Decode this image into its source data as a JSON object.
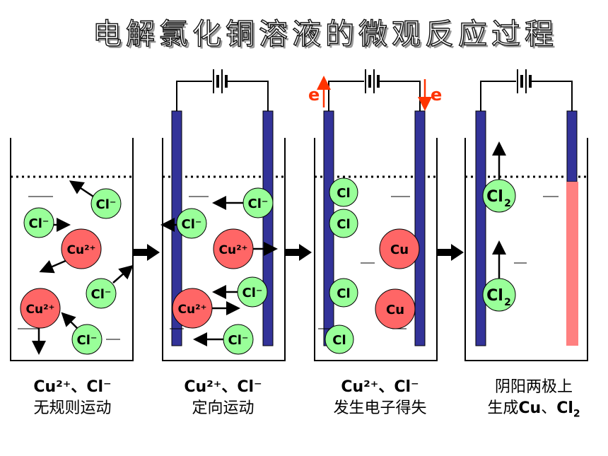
{
  "title": "电解氯化铜溶液的微观反应过程",
  "ions": {
    "cl_minus": "Cl⁻",
    "cu_plus": "Cu²⁺",
    "cl_atom": "Cl",
    "cu_atom": "Cu",
    "cl2": "Cl",
    "cl2_sub": "2",
    "electron": "e"
  },
  "captions": [
    {
      "line1": "Cu²⁺、Cl⁻",
      "line2": "无规则运动"
    },
    {
      "line1": "Cu²⁺、Cl⁻",
      "line2": "定向运动"
    },
    {
      "line1": "Cu²⁺、Cl⁻",
      "line2": "发生电子得失"
    },
    {
      "line1": "阴阳两极上",
      "line2_prefix": "生成",
      "line2_b1": "Cu",
      "line2_sep": "、",
      "line2_b2": "Cl",
      "line2_sub": "2"
    }
  ],
  "colors": {
    "electrode": "#333399",
    "cl_fill": "#99ff99",
    "cu_fill": "#ff6666",
    "copper_deposit": "#ff8080",
    "electron_arrow": "#ff3300"
  }
}
